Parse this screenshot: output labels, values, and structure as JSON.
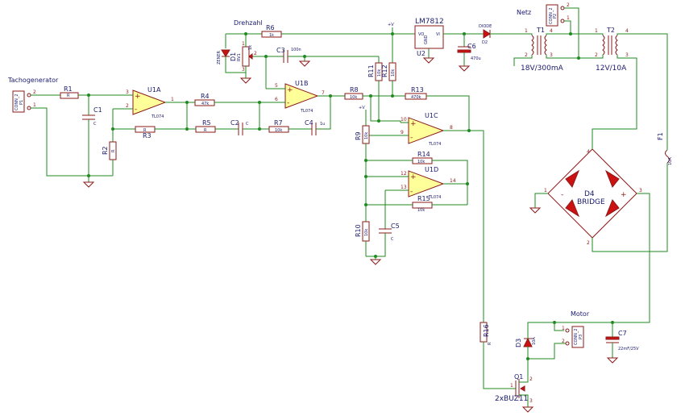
{
  "titles": {
    "tacho": "Tachogenerator",
    "drehzahl": "Drehzahl",
    "netz": "Netz",
    "motor": "Motor",
    "plus_v": "+V",
    "plus_v2": "+V"
  },
  "parts": {
    "p1": {
      "ref": "P1",
      "val": "CONN_2"
    },
    "r1": {
      "ref": "R1",
      "val": "R"
    },
    "c1": {
      "ref": "C1",
      "val": "C"
    },
    "r2": {
      "ref": "R2",
      "val": "R"
    },
    "r3": {
      "ref": "R3",
      "val": "R"
    },
    "u1a": {
      "ref": "U1A",
      "val": "TL074"
    },
    "r4": {
      "ref": "R4",
      "val": "47k"
    },
    "r5": {
      "ref": "R5",
      "val": "R"
    },
    "c2": {
      "ref": "C2",
      "val": "C"
    },
    "r7": {
      "ref": "R7",
      "val": "10k"
    },
    "c4": {
      "ref": "C4",
      "val": "1u"
    },
    "u1b": {
      "ref": "U1B",
      "val": "TL074"
    },
    "r6": {
      "ref": "R6",
      "val": "1k"
    },
    "d1": {
      "ref": "D1",
      "val": "ZENER"
    },
    "rv1": {
      "ref": "RV1",
      "val": "1k"
    },
    "c3": {
      "ref": "C3",
      "val": "100n"
    },
    "u2": {
      "ref": "U2",
      "val": "LM7812",
      "vi": "VI",
      "vo": "VO",
      "gnd": "GND"
    },
    "c6": {
      "ref": "C6",
      "val": "470u"
    },
    "d2": {
      "ref": "D2",
      "val": "DIODE"
    },
    "r8": {
      "ref": "R8",
      "val": "10k"
    },
    "r11": {
      "ref": "R11",
      "val": "10k"
    },
    "r12": {
      "ref": "R12",
      "val": "10k"
    },
    "r13": {
      "ref": "R13",
      "val": "470k"
    },
    "u1c": {
      "ref": "U1C",
      "val": "TL074"
    },
    "r9": {
      "ref": "R9",
      "val": "10k"
    },
    "r14": {
      "ref": "R14",
      "val": "10k"
    },
    "u1d": {
      "ref": "U1D",
      "val": "TL074"
    },
    "r15": {
      "ref": "R15",
      "val": "10k"
    },
    "r10": {
      "ref": "R10",
      "val": "10k"
    },
    "c5": {
      "ref": "C5",
      "val": "C"
    },
    "p2": {
      "ref": "P2",
      "val": "CONN_2"
    },
    "t1": {
      "ref": "T1",
      "val": "18V/300mA"
    },
    "t2": {
      "ref": "T2",
      "val": "12V/10A"
    },
    "f1": {
      "ref": "F1",
      "val": "10A"
    },
    "d4": {
      "ref": "D4",
      "val": "BRIDGE"
    },
    "r16": {
      "ref": "R16",
      "val": "R"
    },
    "d3": {
      "ref": "D3",
      "val": "10A"
    },
    "p3": {
      "ref": "P3",
      "val": "CONN_2"
    },
    "c7": {
      "ref": "C7",
      "val": "22mF/25V"
    },
    "q1": {
      "ref": "Q1",
      "val": "2xBUZ11"
    }
  },
  "pins": [
    "1",
    "2",
    "3",
    "4",
    "5",
    "6",
    "7",
    "8",
    "9",
    "10",
    "12",
    "13",
    "14"
  ],
  "signs": {
    "minus": "-",
    "plus": "+"
  }
}
